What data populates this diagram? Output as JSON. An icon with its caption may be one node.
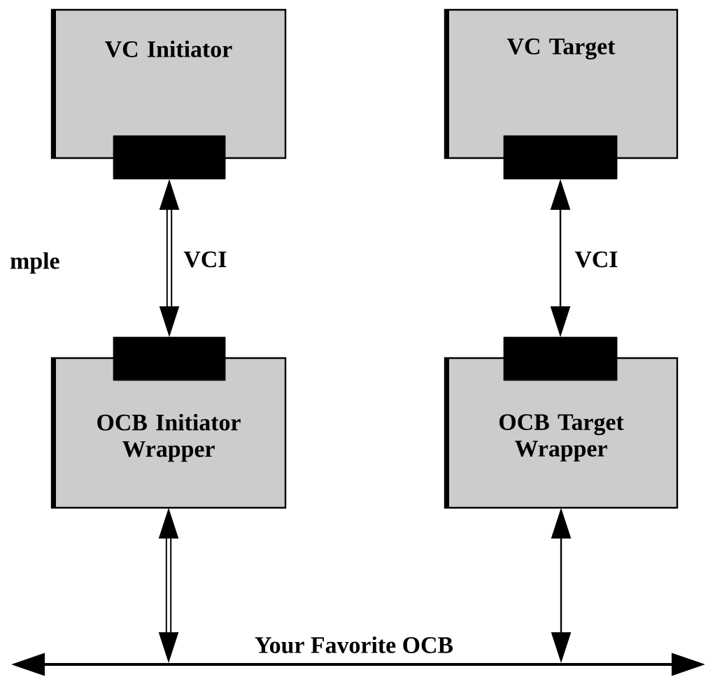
{
  "diagram": {
    "nodes": [
      {
        "text": [
          "VC Initiator"
        ]
      },
      {
        "text": [
          "VC Target"
        ]
      },
      {
        "text": [],
        "shape": "box"
      },
      {
        "text": [],
        "shape": "box"
      },
      {
        "text": [
          "OCB Initiator Wrapper"
        ]
      },
      {
        "text": [
          "OCB Target Wrapper"
        ]
      },
      {
        "text": [],
        "shape": "box"
      },
      {
        "text": [],
        "shape": "box"
      },
      {
        "text": [],
        "shape": "bar",
        "beside": [
          "Your Favorite OCB"
        ]
      }
    ],
    "edges": [
      {
        "from": 2,
        "to": 6,
        "arrow": "both",
        "label": "VCI",
        "style": "thick"
      },
      {
        "from": 3,
        "to": 7,
        "arrow": "both",
        "label": "VCI"
      },
      {
        "from": 4,
        "to": 8,
        "arrow": "both",
        "style": "thick"
      },
      {
        "from": 5,
        "to": 8,
        "arrow": "both"
      }
    ],
    "labels": [
      "mple"
    ]
  }
}
